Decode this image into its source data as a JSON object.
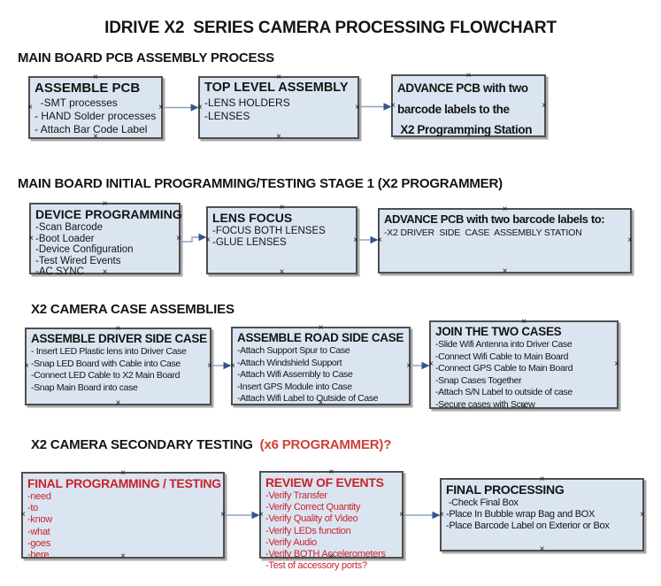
{
  "title": "IDRIVE X2  SERIES CAMERA PROCESSING FLOWCHART",
  "connector_handle_glyph": "×",
  "colors": {
    "background": "#ffffff",
    "text": "#141414",
    "box_fill": "#dbe5f1",
    "box_border": "#4f4f4f",
    "box_shadow": "#a9a9a9",
    "red_text": "#c9222b",
    "heading_red": "#d04038",
    "arrow_line": "#8ba2bf",
    "arrow_head": "#33568c"
  },
  "sections": [
    {
      "heading": "MAIN BOARD PCB ASSEMBLY PROCESS",
      "boxes": [
        {
          "title": "ASSEMBLE PCB",
          "items": [
            "  -SMT processes",
            "- HAND Solder processes",
            "- Attach Bar Code Label"
          ]
        },
        {
          "title": "TOP LEVEL ASSEMBLY",
          "items": [
            "-LENS HOLDERS",
            "-LENSES"
          ]
        },
        {
          "title_lines": [
            "ADVANCE PCB with two",
            "barcode labels to the",
            " X2 Programming Station"
          ]
        }
      ]
    },
    {
      "heading": "MAIN BOARD INITIAL PROGRAMMING/TESTING STAGE 1 (X2 PROGRAMMER)",
      "boxes": [
        {
          "title": "DEVICE PROGRAMMING",
          "items": [
            "-Scan Barcode",
            "-Boot Loader",
            "-Device Configuration",
            "-Test Wired Events",
            "-AC SYNC"
          ]
        },
        {
          "title": "LENS FOCUS",
          "items": [
            "-FOCUS BOTH LENSES",
            "-GLUE LENSES"
          ]
        },
        {
          "title": "ADVANCE PCB with two barcode labels to:",
          "items": [
            "-X2 DRIVER  SIDE  CASE  ASSEMBLY STATION"
          ]
        }
      ]
    },
    {
      "heading": "X2 CAMERA CASE ASSEMBLIES",
      "boxes": [
        {
          "title": "ASSEMBLE DRIVER SIDE CASE",
          "items": [
            "- Insert LED Plastic lens into Driver Case",
            "-Snap LED Board with Cable into Case",
            "-Connect LED Cable to X2 Main Board",
            "-Snap Main Board into case"
          ]
        },
        {
          "title": "ASSEMBLE ROAD SIDE CASE",
          "items": [
            "-Attach Support Spur to Case",
            "-Attach Windshield Support",
            "-Attach Wifi Assembly to Case",
            "-Insert GPS Module into Case",
            "-Attach Wifi Label to Outside of Case"
          ]
        },
        {
          "title": "JOIN THE TWO CASES",
          "items": [
            "-Slide Wifi Antenna into Driver Case",
            "-Connect Wifi Cable to Main Board",
            "-Connect GPS Cable to Main Board",
            "-Snap Cases Together",
            "-Attach S/N Label to outside of case",
            "-Secure cases with Screw"
          ]
        }
      ]
    },
    {
      "heading": "X2 CAMERA SECONDARY TESTING",
      "heading_suffix": "  (x6 PROGRAMMER)?",
      "boxes": [
        {
          "title": "FINAL PROGRAMMING / TESTING",
          "accent": "red",
          "items": [
            "-need",
            "-to",
            "-know",
            "-what",
            "-goes",
            "-here"
          ]
        },
        {
          "title": "REVIEW OF EVENTS",
          "accent": "red",
          "items": [
            "-Verify Transfer",
            "-Verify Correct Quantity",
            "-Verify Quality of Video",
            "-Verify LEDs function",
            "-Verify Audio",
            "-Verify BOTH Accelerometers",
            "-Test of accessory ports?"
          ]
        },
        {
          "title": "FINAL PROCESSING",
          "items": [
            " -Check Final Box",
            "-Place In Bubble wrap Bag and BOX",
            "-Place Barcode Label on Exterior or Box"
          ]
        }
      ]
    }
  ]
}
